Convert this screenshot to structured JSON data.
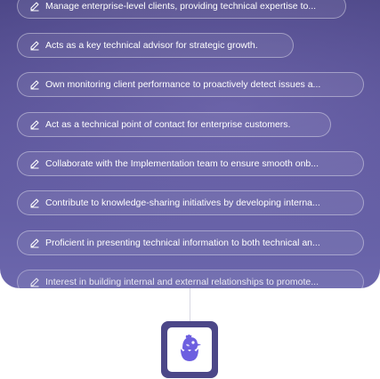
{
  "responsibilities": [
    {
      "icon": "edit-icon",
      "text": "Manage enterprise-level clients, providing technical expertise to..."
    },
    {
      "icon": "edit-icon",
      "text": "Acts as a key technical advisor for strategic growth."
    },
    {
      "icon": "edit-icon",
      "text": "Own monitoring client performance to proactively detect issues a..."
    },
    {
      "icon": "edit-icon",
      "text": "Act as a technical point of contact for enterprise customers."
    },
    {
      "icon": "edit-icon",
      "text": "Collaborate with the Implementation team to ensure smooth onb..."
    },
    {
      "icon": "edit-icon",
      "text": "Contribute to knowledge-sharing initiatives by developing interna..."
    },
    {
      "icon": "edit-icon",
      "text": "Proficient in presenting technical information to both technical an..."
    },
    {
      "icon": "edit-icon",
      "text": "Interest in building internal and external relationships to promote..."
    }
  ],
  "logo": {
    "icon": "chick-egg-logo-icon"
  },
  "colors": {
    "panel": "#554f93",
    "logo_tile": "#4c4788",
    "logo_bird": "#6d5fe0"
  }
}
